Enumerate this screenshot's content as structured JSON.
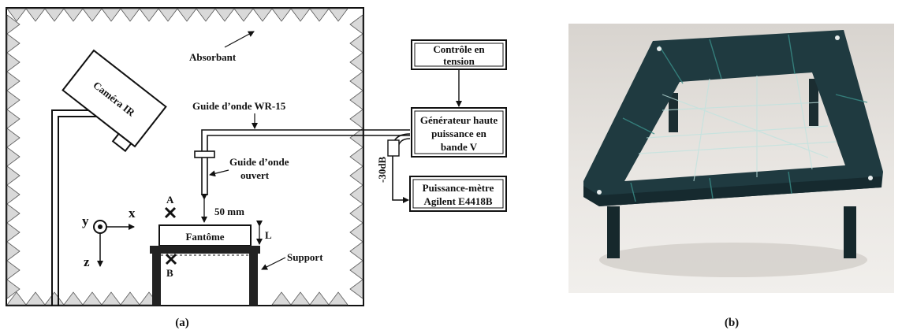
{
  "diagram": {
    "absorbant_label": "Absorbant",
    "camera_label": "Caméra IR",
    "waveguide_label": "Guide d’onde WR-15",
    "open_guide_label_1": "Guide d’onde",
    "open_guide_label_2": "ouvert",
    "control_label_1": "Contrôle en",
    "control_label_2": "tension",
    "generator_label_1": "Générateur haute",
    "generator_label_2": "puissance en",
    "generator_label_3": "bande V",
    "attenuation_label": "-30dB",
    "powermeter_label_1": "Puissance-mètre",
    "powermeter_label_2": "Agilent E4418B",
    "distance_label": "50 mm",
    "phantom_label": "Fantôme",
    "thickness_label": "L",
    "support_label": "Support",
    "point_a_label": "A",
    "point_b_label": "B",
    "axis_x_label": "x",
    "axis_y_label": "y",
    "axis_z_label": "z"
  },
  "captions": {
    "a": "(a)",
    "b": "(b)"
  },
  "colors": {
    "absorber_fill": "#d9d9d9",
    "frame_color": "#1f3a40",
    "frame_highlight": "#3a8f8a",
    "photo_bg": "#e7e3de"
  }
}
